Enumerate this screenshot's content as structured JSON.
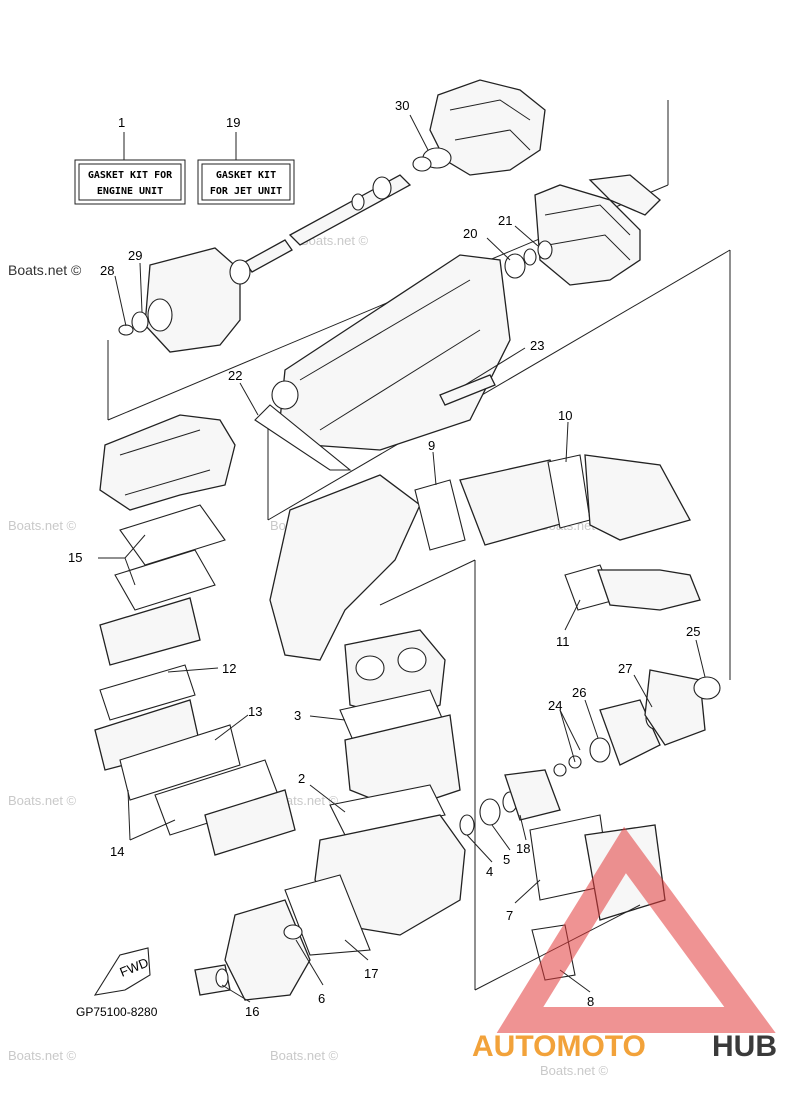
{
  "watermarks": {
    "site": "Boats.net ©",
    "site_dark": "Boats.net ©"
  },
  "kits": {
    "engine": {
      "number": "1",
      "line1": "GASKET KIT FOR",
      "line2": "ENGINE UNIT"
    },
    "jet": {
      "number": "19",
      "line1": "GASKET KIT",
      "line2": "FOR JET UNIT"
    }
  },
  "callouts": {
    "c2": "2",
    "c3": "3",
    "c4": "4",
    "c5": "5",
    "c6": "6",
    "c7": "7",
    "c8": "8",
    "c9": "9",
    "c10": "10",
    "c11": "11",
    "c12": "12",
    "c13": "13",
    "c14": "14",
    "c15": "15",
    "c16": "16",
    "c17": "17",
    "c18": "18",
    "c20": "20",
    "c21": "21",
    "c22": "22",
    "c23": "23",
    "c24": "24",
    "c25": "25",
    "c26": "26",
    "c27": "27",
    "c28": "28",
    "c29": "29",
    "c30": "30"
  },
  "diagram_code": "GP75100-8280",
  "fwd_label": "FWD",
  "brand": {
    "part1": "AUTOMOTO",
    "part2": "HUB",
    "color_primary": "#f2a23a",
    "color_secondary": "#3a3a3a",
    "logo_color": "#e23b3b"
  }
}
